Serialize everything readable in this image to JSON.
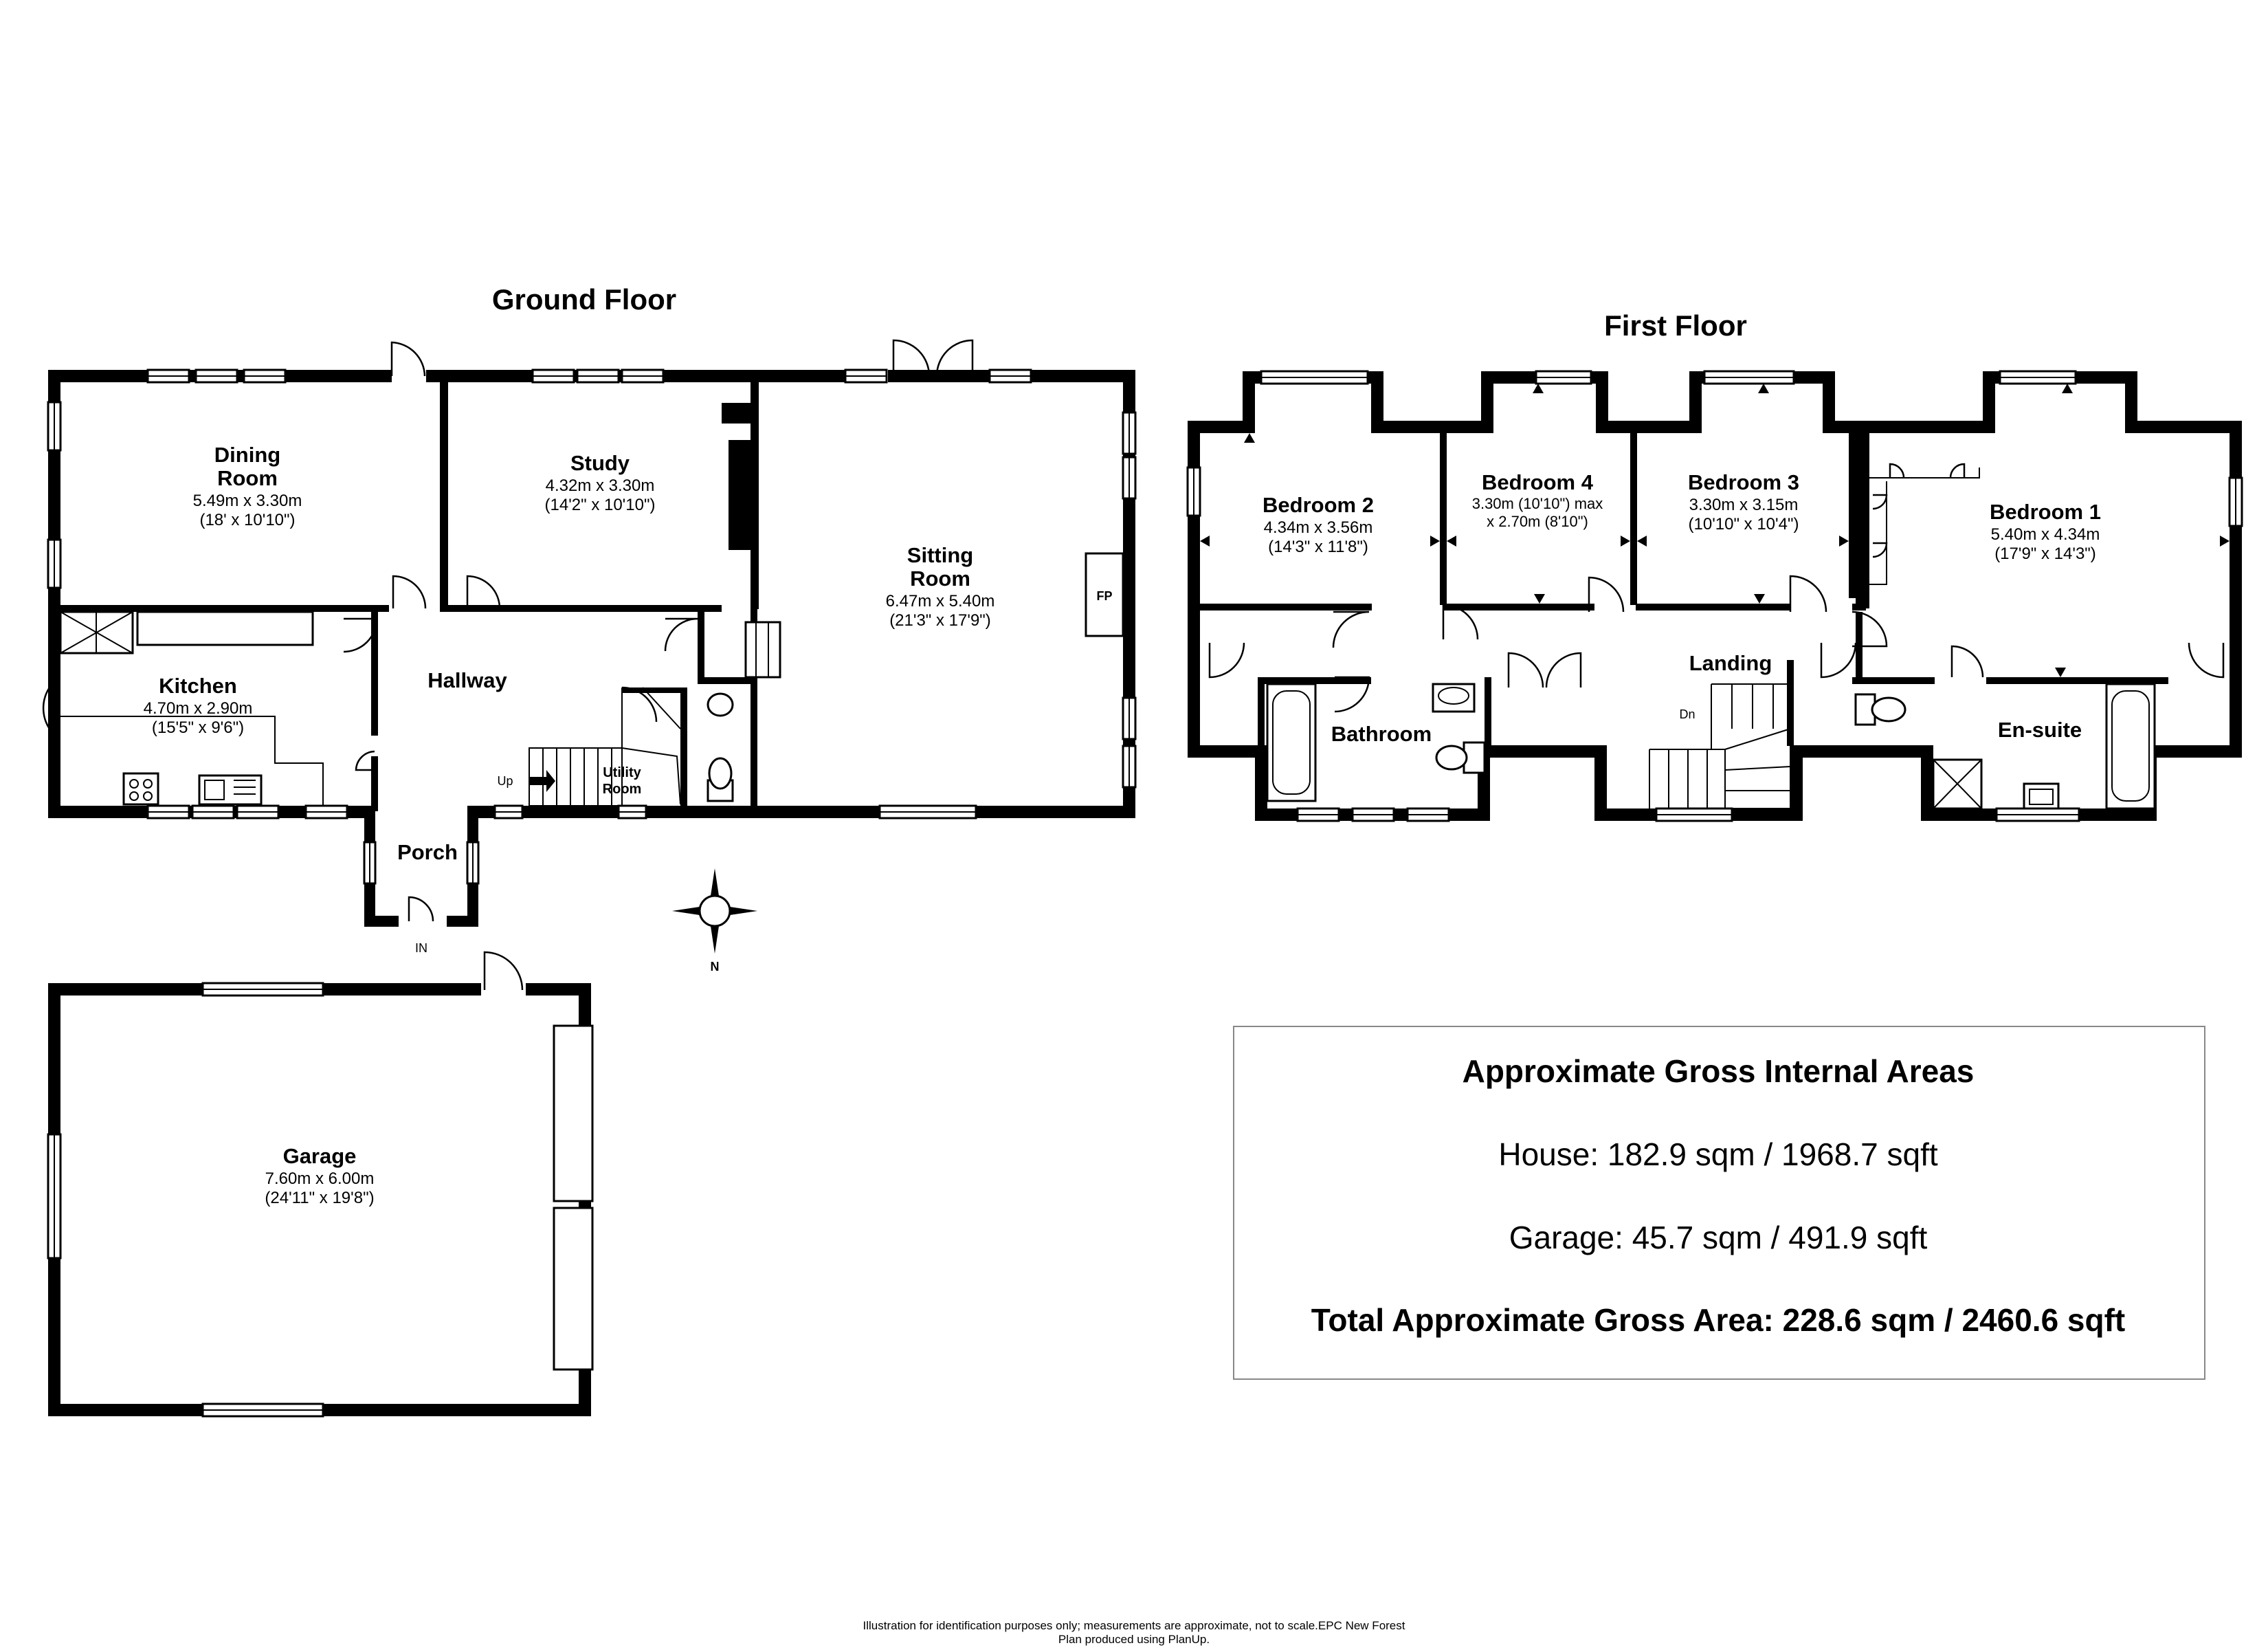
{
  "floors": {
    "ground": "Ground Floor",
    "first": "First Floor"
  },
  "rooms": {
    "dining": {
      "name1": "Dining",
      "name2": "Room",
      "dim_m": "5.49m x 3.30m",
      "dim_ft": "(18' x 10'10\")"
    },
    "study": {
      "name": "Study",
      "dim_m": "4.32m x 3.30m",
      "dim_ft": "(14'2\" x 10'10\")"
    },
    "sitting": {
      "name1": "Sitting",
      "name2": "Room",
      "dim_m": "6.47m x 5.40m",
      "dim_ft": "(21'3\" x 17'9\")"
    },
    "kitchen": {
      "name": "Kitchen",
      "dim_m": "4.70m x 2.90m",
      "dim_ft": "(15'5\" x 9'6\")"
    },
    "hallway": {
      "name": "Hallway"
    },
    "utility": {
      "name1": "Utility",
      "name2": "Room"
    },
    "porch": {
      "name": "Porch"
    },
    "garage": {
      "name": "Garage",
      "dim_m": "7.60m x 6.00m",
      "dim_ft": "(24'11\" x 19'8\")"
    },
    "bedroom2": {
      "name": "Bedroom 2",
      "dim_m": "4.34m x 3.56m",
      "dim_ft": "(14'3\" x 11'8\")"
    },
    "bedroom4": {
      "name": "Bedroom 4",
      "dim_1": "3.30m (10'10\") max",
      "dim_2": "x 2.70m (8'10\")"
    },
    "bedroom3": {
      "name": "Bedroom 3",
      "dim_m": "3.30m x 3.15m",
      "dim_ft": "(10'10\" x 10'4\")"
    },
    "bedroom1": {
      "name": "Bedroom 1",
      "dim_m": "5.40m x 4.34m",
      "dim_ft": "(17'9\" x 14'3\")"
    },
    "landing": {
      "name": "Landing"
    },
    "bathroom": {
      "name": "Bathroom"
    },
    "ensuite": {
      "name": "En-suite"
    }
  },
  "labels": {
    "fp": "FP",
    "up": "Up",
    "dn": "Dn",
    "in": "IN",
    "compass_n": "N"
  },
  "areas": {
    "heading": "Approximate Gross Internal Areas",
    "house": "House: 182.9 sqm / 1968.7 sqft",
    "garage": "Garage: 45.7 sqm / 491.9 sqft",
    "total": "Total Approximate Gross Area: 228.6 sqm / 2460.6 sqft"
  },
  "footer": {
    "line1": "Illustration for identification purposes only; measurements are approximate, not to scale.EPC New Forest",
    "line2": "Plan produced using PlanUp."
  }
}
